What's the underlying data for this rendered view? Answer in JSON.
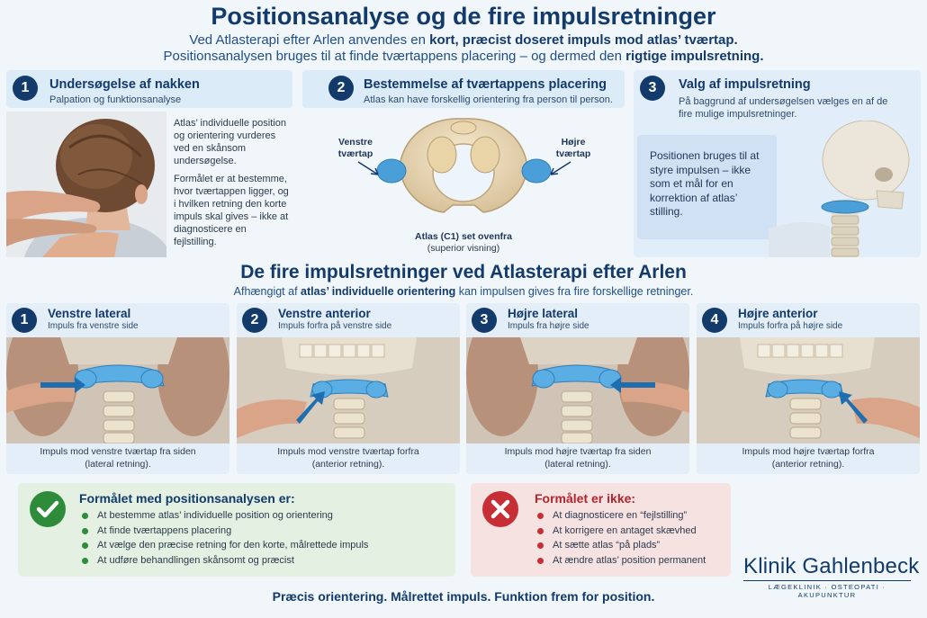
{
  "header": {
    "title": "Positionsanalyse og de fire impulsretninger",
    "line1_a": "Ved Atlasterapi efter Arlen anvendes en ",
    "line1_b": "kort, præcist doseret impuls mod atlas’ tværtap.",
    "line2_a": "Positionsanalysen bruges til at finde tværtappens placering – og dermed den ",
    "line2_b": "rigtige impulsretning."
  },
  "steps": [
    {
      "num": "1",
      "title": "Undersøgelse af nakken",
      "subtitle": "Palpation og funktionsanalyse",
      "para1": "Atlas’ individuelle position og orientering vurderes ved en skånsom undersøgelse.",
      "para2": "Formålet er at bestemme, hvor tværtappen ligger, og i hvilken retning den korte impuls skal gives – ikke at diagnosticere en fejlstilling."
    },
    {
      "num": "2",
      "title": "Bestemmelse af tværtappens placering",
      "subtitle": "Atlas kan have forskellig orientering fra person til person.",
      "label_left": "Venstre tværtap",
      "label_right": "Højre tværtap",
      "caption_bold": "Atlas (C1) set ovenfra",
      "caption": "(superior visning)"
    },
    {
      "num": "3",
      "title": "Valg af impulsretning",
      "subtitle": "På baggrund af undersøgelsen vælges en af de fire mulige impulsretninger.",
      "note": "Positionen bruges til at styre impulsen – ikke som et mål for en korrektion af atlas’ stilling."
    }
  ],
  "directions_section": {
    "title": "De fire impulsretninger ved Atlasterapi efter Arlen",
    "sub_a": "Afhængigt af ",
    "sub_b": "atlas’ individuelle orientering",
    "sub_c": " kan impulsen gives fra fire forskellige retninger."
  },
  "directions": [
    {
      "num": "1",
      "title": "Venstre lateral",
      "subtitle": "Impuls fra venstre side",
      "caption1": "Impuls mod venstre tværtap fra siden",
      "caption2": "(lateral retning)."
    },
    {
      "num": "2",
      "title": "Venstre anterior",
      "subtitle": "Impuls forfra på venstre side",
      "caption1": "Impuls mod venstre tværtap forfra",
      "caption2": "(anterior retning)."
    },
    {
      "num": "3",
      "title": "Højre lateral",
      "subtitle": "Impuls fra højre side",
      "caption1": "Impuls mod højre tværtap fra siden",
      "caption2": "(lateral retning)."
    },
    {
      "num": "4",
      "title": "Højre anterior",
      "subtitle": "Impuls forfra på højre side",
      "caption1": "Impuls mod højre tværtap forfra",
      "caption2": "(anterior retning)."
    }
  ],
  "purpose": {
    "title": "Formålet med positionsanalysen er:",
    "items": [
      "At bestemme atlas’ individuelle position og orientering",
      "At finde tværtappens placering",
      "At vælge den præcise retning for den korte, målrettede impuls",
      "At udføre behandlingen skånsomt og præcist"
    ],
    "icon": "check-icon",
    "color": "#2e8b3a"
  },
  "not_purpose": {
    "title": "Formålet er ikke:",
    "items": [
      "At diagnosticere en “fejlstilling”",
      "At korrigere en antaget skævhed",
      "At sætte atlas “på plads”",
      "At ændre atlas’ position permanent"
    ],
    "icon": "cross-icon",
    "color": "#c62f36"
  },
  "footer": "Præcis orientering. Målrettet impuls. Funktion frem for position.",
  "logo": {
    "name": "Klinik Gahlenbeck",
    "tagline": "LÆGEKLINIK · OSTEOPATI · AKUPUNKTUR"
  },
  "colors": {
    "navy": "#123a6b",
    "atlas_blue": "#4a9fd8",
    "panel": "#dcebf8"
  }
}
